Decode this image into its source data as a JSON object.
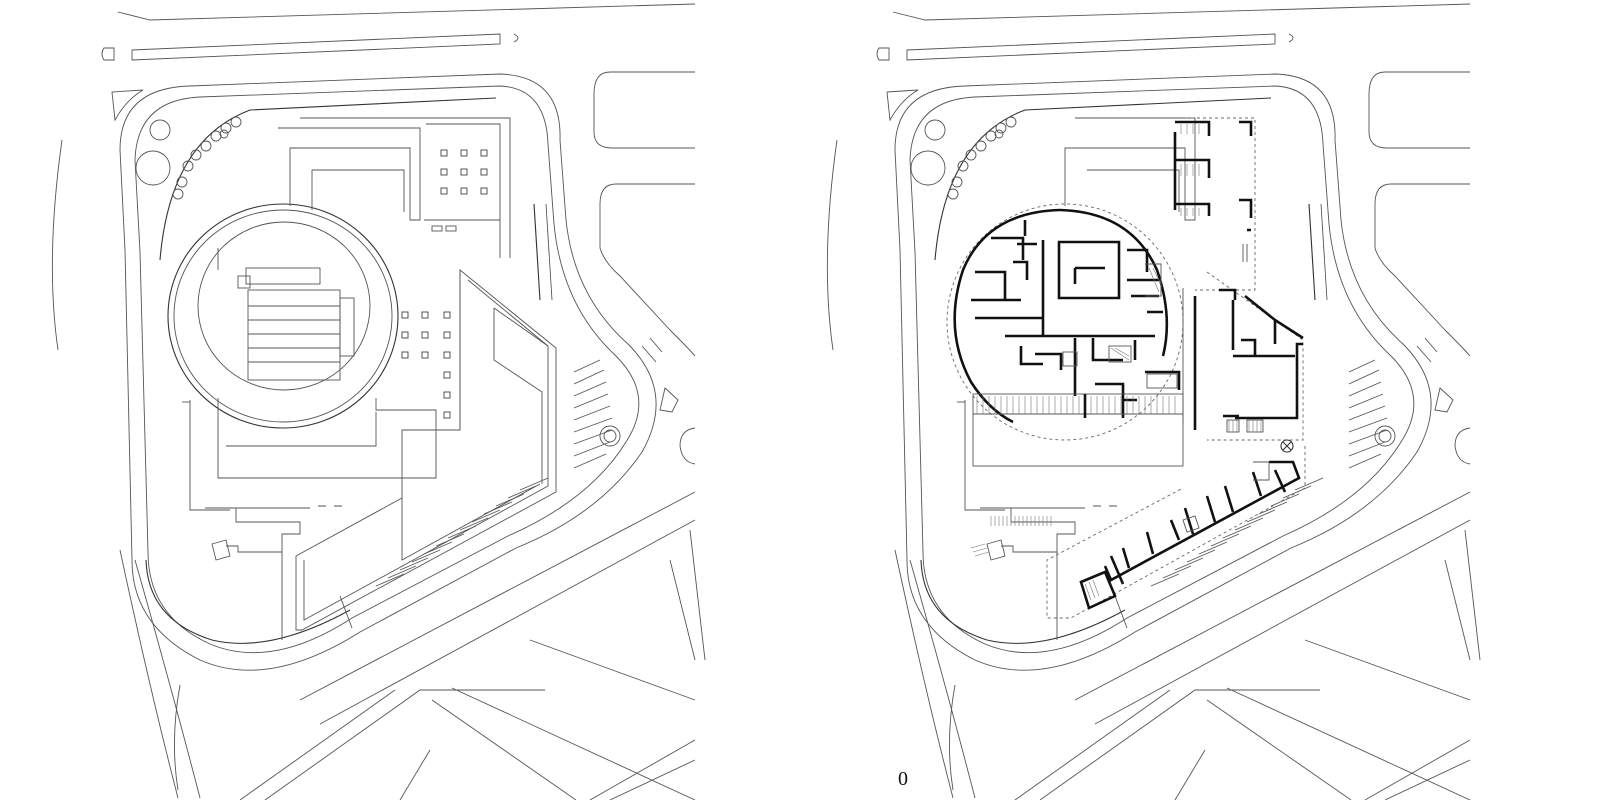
{
  "plans": [
    {
      "id": "site-plan",
      "variant": "site"
    },
    {
      "id": "ground-floor-plan",
      "variant": "floor"
    }
  ],
  "scale_bar": {
    "label": "0"
  },
  "colors": {
    "line": "#555555",
    "wall": "#111111",
    "paper": "#ffffff"
  }
}
